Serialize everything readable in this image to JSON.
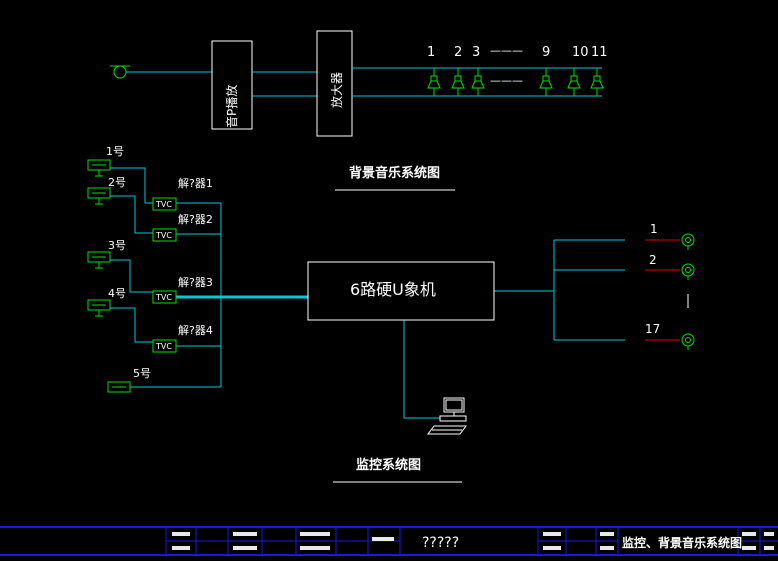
{
  "colors": {
    "background": "#000000",
    "cyan": "#00c8d8",
    "white": "#ffffff",
    "green": "#00e000",
    "red": "#e00000",
    "blue": "#1818e8",
    "yellow": "#e8e800"
  },
  "music_system": {
    "title": "背景音乐系统图",
    "ip_player_label": "音P播放",
    "amplifier_label": "放大器",
    "speaker_labels": [
      "1",
      "2",
      "3",
      "9",
      "10",
      "11"
    ],
    "ellipsis": "———"
  },
  "monitor_system": {
    "title": "监控系统图",
    "dvr_label": "6路硬U象机",
    "cameras": [
      "1号",
      "2号",
      "3号",
      "4号",
      "5号"
    ],
    "tvc_label": "TVC",
    "decoders": [
      "解?器1",
      "解?器2",
      "解?器3",
      "解?器4"
    ],
    "outputs": [
      "1",
      "2",
      "17"
    ]
  },
  "title_block": {
    "project": "?????",
    "drawing_name": "监控、背景音乐系统图"
  }
}
